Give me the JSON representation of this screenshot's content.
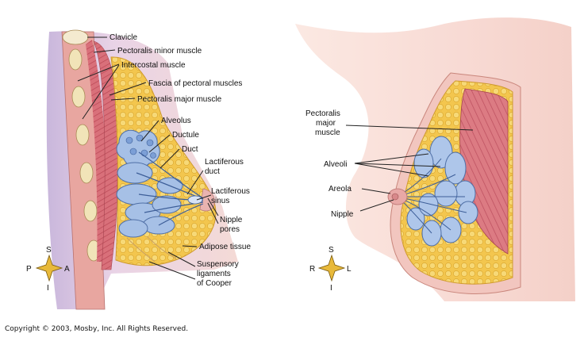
{
  "left_figure": {
    "labels": {
      "clavicle": "Clavicle",
      "pectoralis_minor": "Pectoralis minor muscle",
      "intercostal": "Intercostal muscle",
      "fascia": "Fascia of pectoral muscles",
      "pectoralis_major": "Pectoralis major muscle",
      "alveolus": "Alveolus",
      "ductule": "Ductule",
      "duct": "Duct",
      "lactiferous_duct": [
        "Lactiferous",
        "duct"
      ],
      "lactiferous_sinus": [
        "Lactiferous",
        "sinus"
      ],
      "nipple_pores": [
        "Nipple",
        "pores"
      ],
      "adipose": "Adipose tissue",
      "suspensory": [
        "Suspensory",
        "ligaments",
        "of Cooper"
      ]
    },
    "compass": {
      "top": "S",
      "bottom": "I",
      "left": "P",
      "right": "A"
    }
  },
  "right_figure": {
    "labels": {
      "pectoralis_major": [
        "Pectoralis",
        "major",
        "muscle"
      ],
      "alveoli": "Alveoli",
      "areola": "Areola",
      "nipple": "Nipple"
    },
    "compass": {
      "top": "S",
      "bottom": "I",
      "left": "R",
      "right": "L"
    }
  },
  "copyright": "Copyright © 2003, Mosby, Inc. All Rights Reserved.",
  "colors": {
    "skin": "#f6d6cf",
    "fat": "#f2c44a",
    "muscle": "#d76a72",
    "lobule": "#a9c4e8",
    "compass": "#e8b93a"
  }
}
